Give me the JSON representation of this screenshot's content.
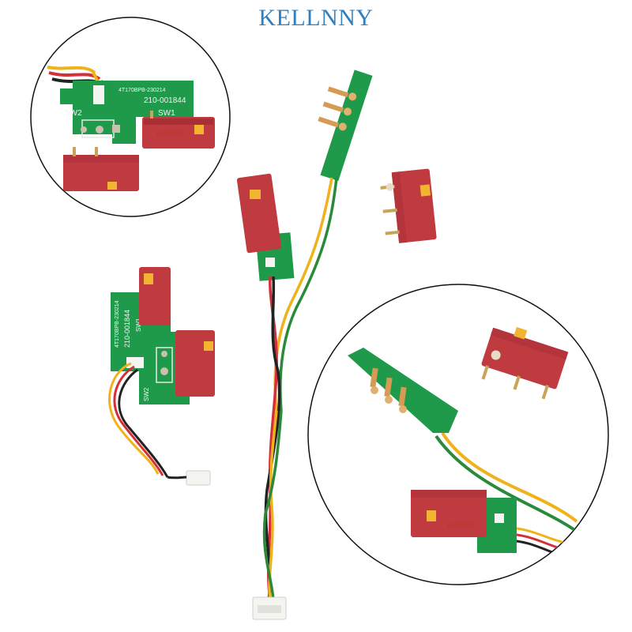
{
  "brand": {
    "name": "KELLNNY",
    "color": "#2f7fc0"
  },
  "pcb": {
    "part_number": "210-001844",
    "small_code": "4T170BPB-230214",
    "switch_1_label": "SW1",
    "switch_2_label": "SW2",
    "marker": "1"
  },
  "switch": {
    "brand": "HUANO",
    "body_color": "#c03b3f",
    "button_color": "#f2b431"
  },
  "colors": {
    "pcb_green": "#1f9a4a",
    "wire_yellow": "#f0b21a",
    "wire_green": "#2a8a3a",
    "wire_red": "#d4303a",
    "wire_black": "#222222",
    "connector_white": "#f4f4f0"
  }
}
